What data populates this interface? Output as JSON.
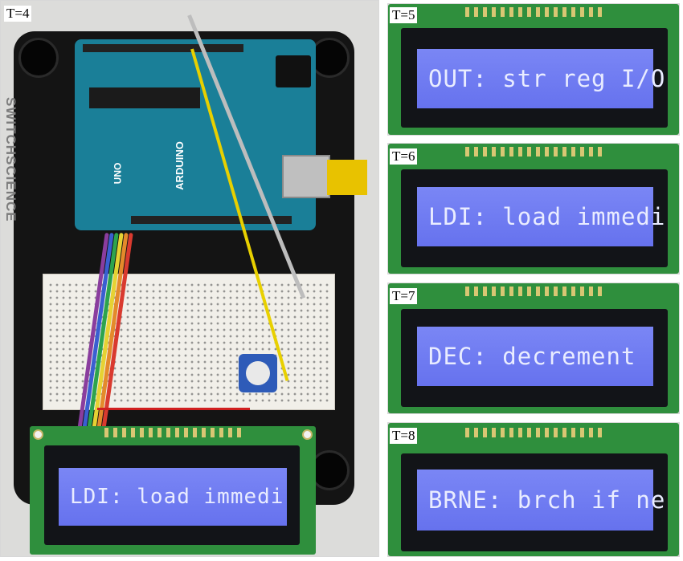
{
  "panels": [
    {
      "label": "T=4",
      "lcd_text": "LDI: load immedi"
    },
    {
      "label": "T=5",
      "lcd_text": "OUT: str reg I/O"
    },
    {
      "label": "T=6",
      "lcd_text": "LDI: load immedi"
    },
    {
      "label": "T=7",
      "lcd_text": "DEC: decrement"
    },
    {
      "label": "T=8",
      "lcd_text": "BRNE: brch if ne"
    }
  ],
  "board": {
    "brand_text": "SWITCHSCIENCE",
    "uno_text": "UNO",
    "arduino_text": "ARDUINO"
  },
  "colors": {
    "lcd_background": "#6f7cf2",
    "lcd_text": "#e9ecff",
    "pcb": "#2f8f3d",
    "arduino_board": "#1a7f98"
  }
}
